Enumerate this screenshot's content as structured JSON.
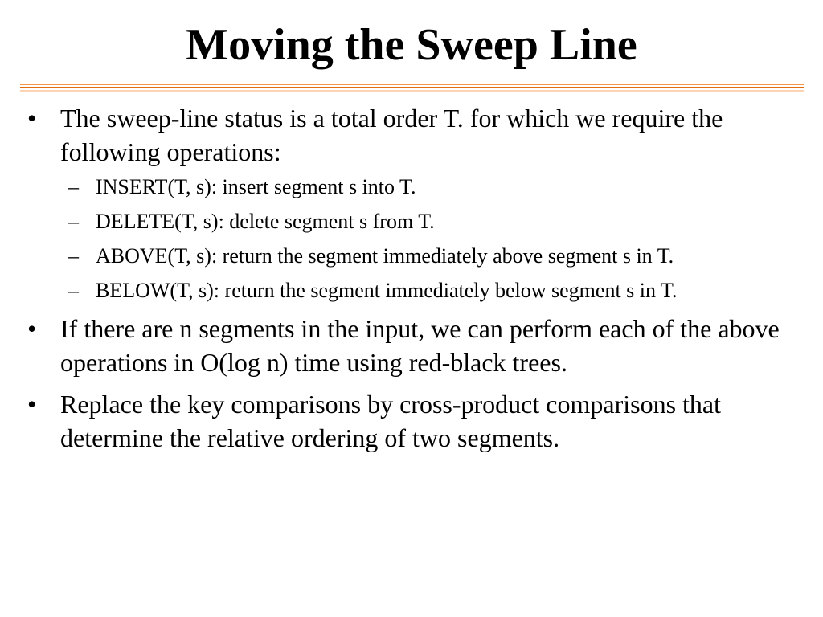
{
  "slide": {
    "title": "Moving the Sweep Line",
    "rule_colors": [
      "#f79646",
      "#e46c0a",
      "#fbd4b4"
    ],
    "bullets": [
      {
        "marker": "•",
        "text": "The sweep-line status is a total order T. for which we require the following operations:",
        "subitems": [
          {
            "marker": "–",
            "text": "INSERT(T, s): insert segment s into T."
          },
          {
            "marker": "–",
            "text": "DELETE(T, s): delete segment s from T."
          },
          {
            "marker": "–",
            "text": "ABOVE(T, s): return the segment immediately above segment s in T."
          },
          {
            "marker": "–",
            "text": "BELOW(T, s): return the segment immediately below segment s in T."
          }
        ]
      },
      {
        "marker": "•",
        "text": "If there are n segments in the input, we can perform each of the above operations in O(log n) time using red-black trees.",
        "subitems": []
      },
      {
        "marker": "•",
        "text": "Replace the key comparisons by cross-product comparisons that determine the relative ordering of two segments.",
        "subitems": []
      }
    ]
  }
}
